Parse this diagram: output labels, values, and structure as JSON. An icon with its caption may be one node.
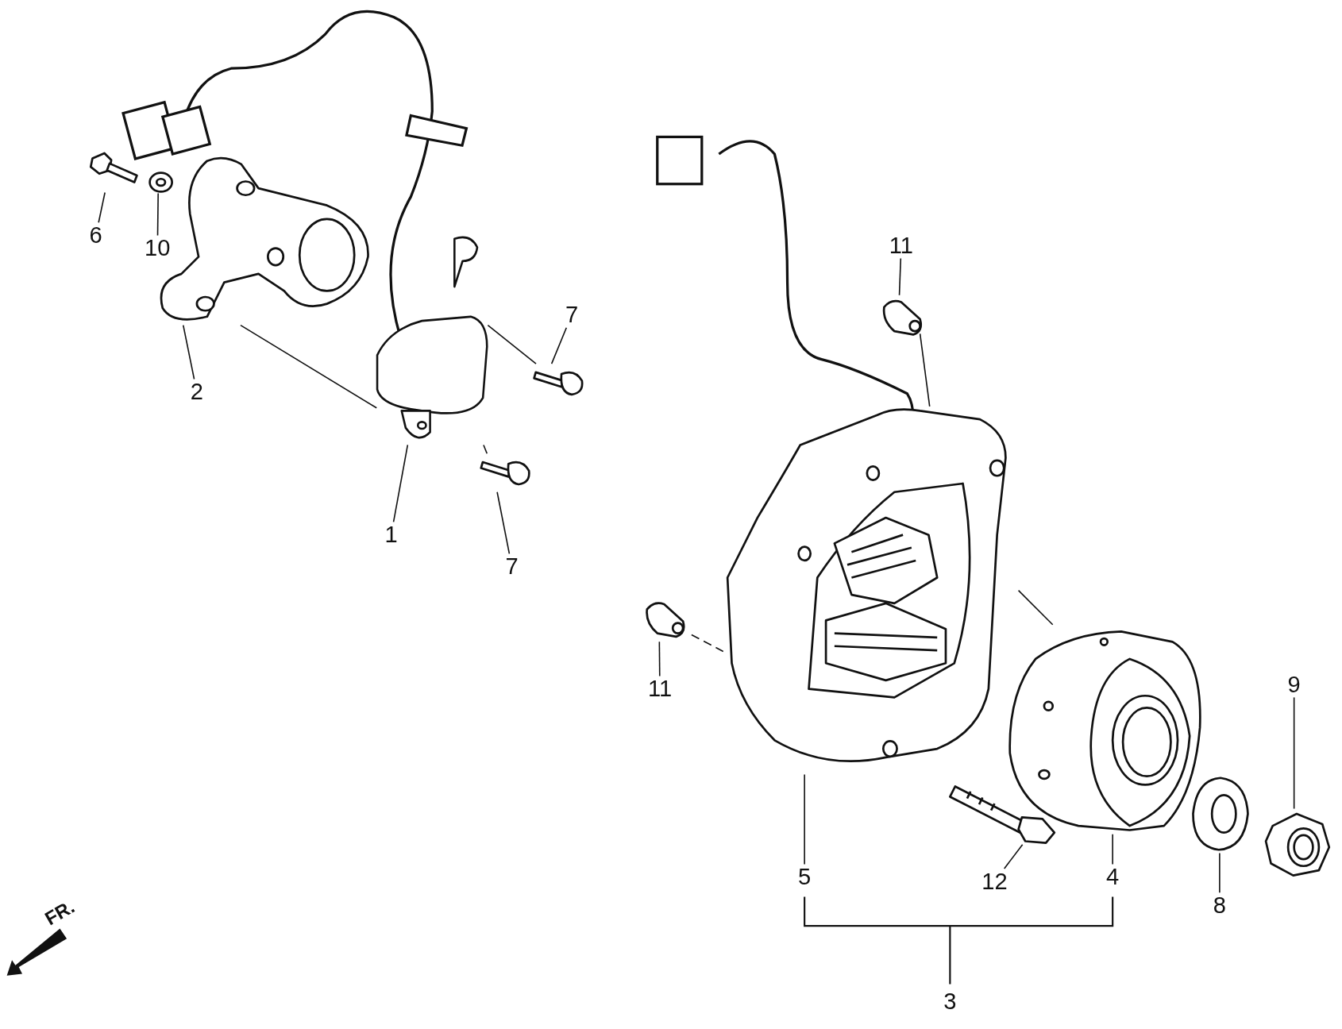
{
  "diagram": {
    "nodes": [
      {
        "text": [
          "6"
        ]
      },
      {
        "text": [
          "10"
        ]
      },
      {
        "text": [
          "2"
        ]
      },
      {
        "text": [
          "7"
        ]
      },
      {
        "text": [
          "1"
        ]
      },
      {
        "text": [
          "7"
        ]
      },
      {
        "text": [
          "11"
        ]
      },
      {
        "text": [
          "11"
        ]
      },
      {
        "text": [
          "5"
        ]
      },
      {
        "text": [
          "12"
        ]
      },
      {
        "text": [
          "4"
        ]
      },
      {
        "text": [
          "8"
        ]
      },
      {
        "text": [
          "9"
        ]
      },
      {
        "text": [],
        "shape": "picture"
      },
      {
        "text": [],
        "shape": "picture"
      },
      {
        "text": [],
        "shape": "picture"
      },
      {
        "text": [],
        "shape": "picture"
      },
      {
        "text": [],
        "shape": "picture"
      },
      {
        "text": [],
        "shape": "picture"
      },
      {
        "text": [],
        "shape": "picture"
      },
      {
        "text": [],
        "shape": "picture"
      },
      {
        "text": [],
        "shape": "picture"
      },
      {
        "text": [],
        "shape": "picture"
      },
      {
        "text": [],
        "shape": "picture"
      },
      {
        "text": [],
        "shape": "picture"
      },
      {
        "text": [],
        "shape": "picture"
      }
    ],
    "edges": [
      {
        "from": 0,
        "to": 13,
        "arrow": "none"
      },
      {
        "from": 1,
        "to": 14,
        "arrow": "none"
      },
      {
        "from": 2,
        "to": 15,
        "arrow": "none"
      },
      {
        "from": 3,
        "to": 16,
        "arrow": "none"
      },
      {
        "from": 4,
        "to": 17,
        "arrow": "none"
      },
      {
        "from": 5,
        "to": 18,
        "arrow": "none"
      },
      {
        "from": 6,
        "to": 19,
        "arrow": "none"
      },
      {
        "from": 7,
        "to": 20,
        "arrow": "none"
      },
      {
        "from": 8,
        "to": 21,
        "arrow": "none"
      },
      {
        "from": 9,
        "to": 22,
        "arrow": "none"
      },
      {
        "from": 10,
        "to": 23,
        "arrow": "none"
      },
      {
        "from": 11,
        "to": 24,
        "arrow": "none"
      },
      {
        "from": 12,
        "to": 25,
        "arrow": "none"
      },
      {
        "from": 15,
        "to": 17,
        "arrow": "none"
      },
      {
        "from": 17,
        "to": 16,
        "arrow": "none"
      },
      {
        "from": 17,
        "to": 18,
        "arrow": "none"
      },
      {
        "from": 19,
        "to": 21,
        "arrow": "none"
      },
      {
        "from": 20,
        "to": 21,
        "arrow": "none",
        "style": "dashed"
      },
      {
        "from": 21,
        "to": 23,
        "arrow": "none"
      }
    ],
    "labels": [
      "3",
      "FR."
    ]
  }
}
